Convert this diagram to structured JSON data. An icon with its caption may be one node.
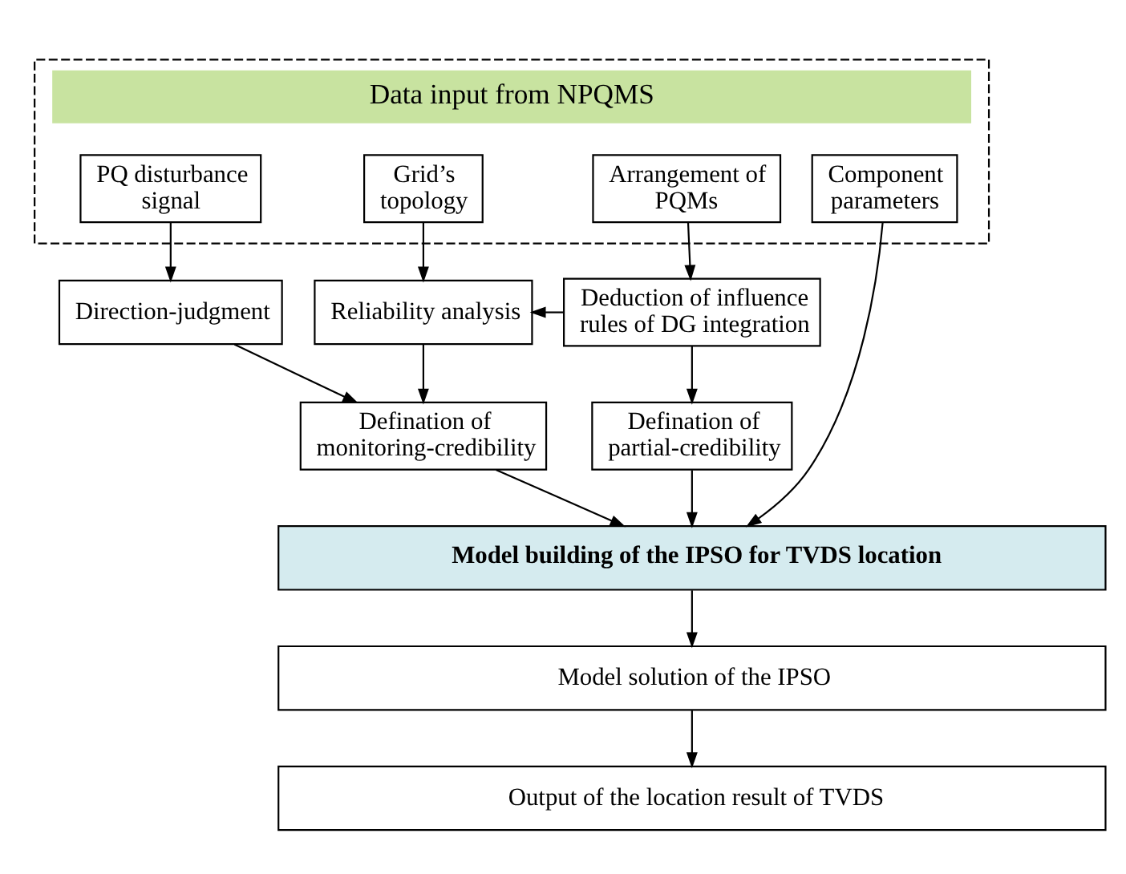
{
  "diagram": {
    "nodes": [
      {
        "text": [
          "Data input from NPQMS"
        ]
      },
      {
        "text": [
          "PQ disturbance signal"
        ],
        "in": 0
      },
      {
        "text": [
          "Grid’s topology"
        ],
        "in": 0
      },
      {
        "text": [
          "Arrangement of PQMs"
        ],
        "in": 0
      },
      {
        "text": [
          "Component parameters"
        ],
        "in": 0
      },
      {
        "text": [
          "Direction-judgment"
        ]
      },
      {
        "text": [
          "Reliability analysis"
        ]
      },
      {
        "text": [
          "Deduction of influence rules of DG integration"
        ]
      },
      {
        "text": [
          "Defination of monitoring-credibility"
        ]
      },
      {
        "text": [
          "Defination of partial-credibility"
        ]
      },
      {
        "text": [
          "Model building of the IPSO for TVDS location"
        ]
      },
      {
        "text": [
          "Model solution of the IPSO"
        ]
      },
      {
        "text": [
          "Output of the location result of TVDS"
        ]
      }
    ],
    "edges": [
      {
        "from": 1,
        "to": 5,
        "arrow": "to"
      },
      {
        "from": 2,
        "to": 6,
        "arrow": "to"
      },
      {
        "from": 3,
        "to": 7,
        "arrow": "to"
      },
      {
        "from": 7,
        "to": 6,
        "arrow": "to"
      },
      {
        "from": 5,
        "to": 8,
        "arrow": "to"
      },
      {
        "from": 6,
        "to": 8,
        "arrow": "to"
      },
      {
        "from": 7,
        "to": 9,
        "arrow": "to"
      },
      {
        "from": 8,
        "to": 10,
        "arrow": "to"
      },
      {
        "from": 9,
        "to": 10,
        "arrow": "to"
      },
      {
        "from": 4,
        "to": 10,
        "arrow": "to"
      },
      {
        "from": 10,
        "to": 11,
        "arrow": "to"
      },
      {
        "from": 11,
        "to": 12,
        "arrow": "to"
      }
    ]
  }
}
